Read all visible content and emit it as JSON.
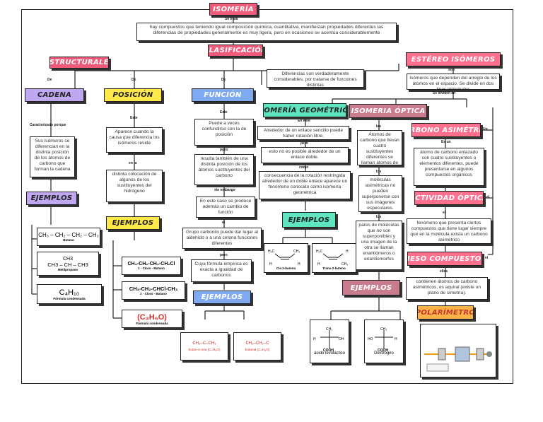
{
  "title": "ISOMERÍA",
  "intro": "hay compuestos que teniendo igual composición química, cuantitativa, manifiestan propiedades diferentes las diferencias de propiedades generalmente es muy ligera, pero en ocasiones se acentúa considerablemente",
  "intro_link": "Se trata",
  "clasificacion": "CLASIFICACIÓN",
  "estructurales": "ESTRUCTURALES",
  "estructurales_note": "Diferencias son verdaderamente considerables, por tratarse de funciones distintas",
  "de": "De",
  "cadena": {
    "title": "CADENA",
    "link": "Caracterizado porque",
    "text": "Sus isómeros se diferencian en la distinta posición de los átomos de carbono que forman la cadena",
    "ejemplos": "EJEMPLOS",
    "ex1": "CH₃ – CH₂ – CH₂ – CH₃",
    "ex1_name": "Butano",
    "ex2_top": "CH3",
    "ex2": "CH3 – CH – CH3",
    "ex2_name": "Metilpropano",
    "ex3": "C₄H₁₀",
    "ex3_name": "Fórmula condensada"
  },
  "posicion": {
    "title": "POSICIÓN",
    "link1": "Este",
    "text1": "Aparece cuando la causa que diferencia los isómeros reside",
    "link2": "en la",
    "text2": "distinta colocación de algunos de los sustituyentes del hidrógeno",
    "ejemplos": "EJEMPLOS",
    "ex1": "CH₃-CH₂-CH₂-CH₂Cl",
    "ex1_name": "1 - Cloro - Butano",
    "ex2": "CH₃-CH₂-CHCl-CH₃",
    "ex2_name": "2 - Cloro - Butano",
    "ex3": "(C₃H₆O)",
    "ex3_name": "Fórmula condensada"
  },
  "funcion": {
    "title": "FUNCIÓN",
    "link1": "Este",
    "text1": "Puede a veces confundirse con la de posición",
    "link2": "pues",
    "text2": "resulta también de una distinta posición de los átomos sustituyentes del carbono",
    "link3": "sin embargo",
    "text3": "En este caso se produce además un cambio de función",
    "link4": "el",
    "text4": "Grupo carbonilo        puede dar lugar al aldehído o a una cetona funciones diferentes",
    "link5": "pero",
    "text5": "Cuya fórmula empírica es exacta a igualdad de carbonos",
    "ejemplos": "EJEMPLOS",
    "ex1": "CH₃–C–CH₃",
    "ex1_name": "butan-2-ona (C₄H₈O)",
    "ex2": "CH₃–CH₂–C",
    "ex2_name": "butanal (C₄H₈O)"
  },
  "geometrica": {
    "title": "ISOMERÍA GEOMÉTRICA",
    "link1": "En este",
    "text1": "Alrededor de un enlace sencillo puede haber rotación libre.",
    "link2": "pero",
    "text2": "esto no es posible alrededor de un enlace doble.",
    "link3": "como",
    "text3": "consecuencia de la rotación restringida alrededor de un doble enlace aparece un fenómeno conocido como isomería geométrica",
    "ejemplos": "EJEMPLOS",
    "cis": "Cis-2-buteno",
    "trans": "Trans-2-buteno"
  },
  "optica": {
    "title": "ISOMERIA ÓPTICA",
    "link1": "las",
    "text1": "Átomos de carbono que llevan cuatro sustituyentes diferentes se llaman átomos de carbono asimétricos",
    "link2": "los",
    "text2": "moléculas asimétricas no pueden superponerse con sus imágenes especulares.",
    "link3": "los",
    "text3": "pares de moléculas que no son superponibles y una imagen de la otra se llaman enantiómeros o enantiomorfos",
    "ejemplos": "EJEMPLOS",
    "ex_left": "ácido levoláctico",
    "ex_right": "Dextrogiro"
  },
  "estereo": {
    "title": "ESTÉREO ISÓMEROS",
    "link1": "son",
    "text": "Isómeros que dependen del arreglo de los átomos en el espacio. Se divide en dos tipos principales",
    "link2": "Se dividen en"
  },
  "carbono": {
    "title": "CARBONO ASIMÉTRICO",
    "link": "Es un",
    "text": "átomo de carbono enlazado con cuatro sustituyentes o elementos diferentes, puede presentarse en algunos compuestos orgánicos",
    "side": "Un"
  },
  "actividad": {
    "title": "ACTIVIDAD ÓPTICA",
    "link": "el",
    "text": "fenómeno que presenta ciertos compuestos que tiene lugar siempre que en la molécula exista un carbono asimétrico",
    "side": "el"
  },
  "meso": {
    "title": "MESO COMPUESTOS",
    "link": "ellas",
    "text": "contienen átomos de carbono asimétricos, es aquiral (existe un plano de simetría).",
    "side": "el"
  },
  "polarimetro": "POLARÍMETRO",
  "colors": {
    "pink": "#ff6f8e",
    "purple": "#bfa8f0",
    "yellow": "#ffe94a",
    "blue": "#7fa9f0",
    "teal": "#5fe6c0",
    "mauve": "#c97c8e",
    "orange": "#ffb24a"
  }
}
